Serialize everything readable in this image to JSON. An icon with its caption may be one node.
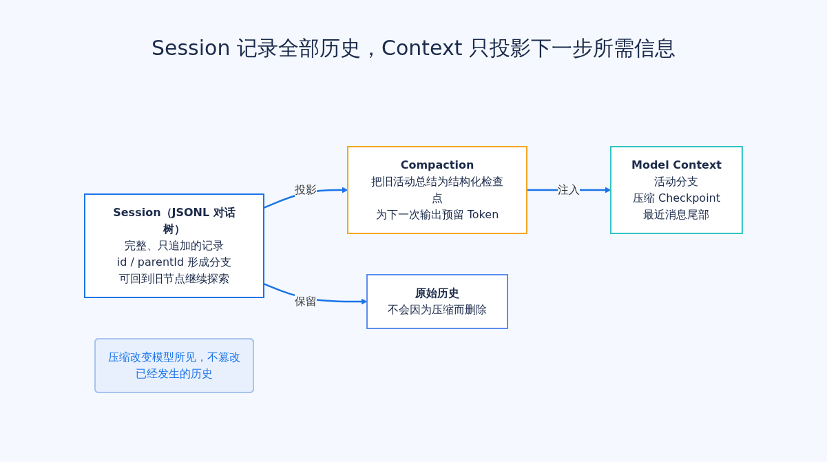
{
  "diagram": {
    "title": "Session 记录全部历史，Context 只投影下一步所需信息",
    "nodes": [
      {
        "text": [
          "Session（JSONL 对话树）",
          "完整、只追加的记录",
          "id / parentId 形成分支",
          "可回到旧节点继续探索"
        ]
      },
      {
        "text": [
          "Compaction",
          "把旧活动总结为结构化检查点",
          "为下一次输出预留 Token"
        ]
      },
      {
        "text": [
          "Model Context",
          "活动分支",
          "压缩 Checkpoint",
          "最近消息尾部"
        ]
      },
      {
        "text": [
          "原始历史",
          "不会因为压缩而删除"
        ]
      },
      {
        "text": [
          "压缩改变模型所见，不篡改已经发生的历史"
        ]
      }
    ],
    "edges": [
      {
        "from": 0,
        "to": 1,
        "arrow": "to",
        "label": "投影"
      },
      {
        "from": 1,
        "to": 2,
        "arrow": "to",
        "label": "注入"
      },
      {
        "from": 0,
        "to": 3,
        "arrow": "to",
        "label": "保留"
      }
    ]
  }
}
